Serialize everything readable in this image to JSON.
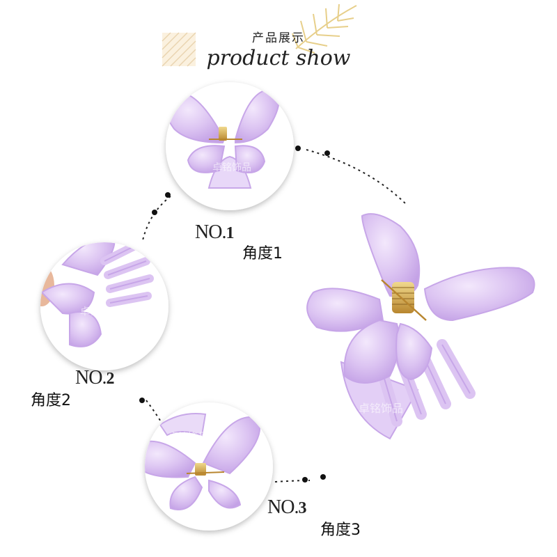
{
  "header": {
    "title_cn": "产品展示",
    "title_en": "product show"
  },
  "views": [
    {
      "number_prefix": "NO.",
      "number": "1",
      "angle_label": "角度1"
    },
    {
      "number_prefix": "NO.",
      "number": "2",
      "angle_label": "角度2"
    },
    {
      "number_prefix": "NO.",
      "number": "3",
      "angle_label": "角度3"
    }
  ],
  "watermark": "卓铭饰品",
  "colors": {
    "clip_fill": "#dcc4f2",
    "clip_edge": "#c7a6e8",
    "spring": "#d2a44a",
    "dots": "#111111"
  }
}
